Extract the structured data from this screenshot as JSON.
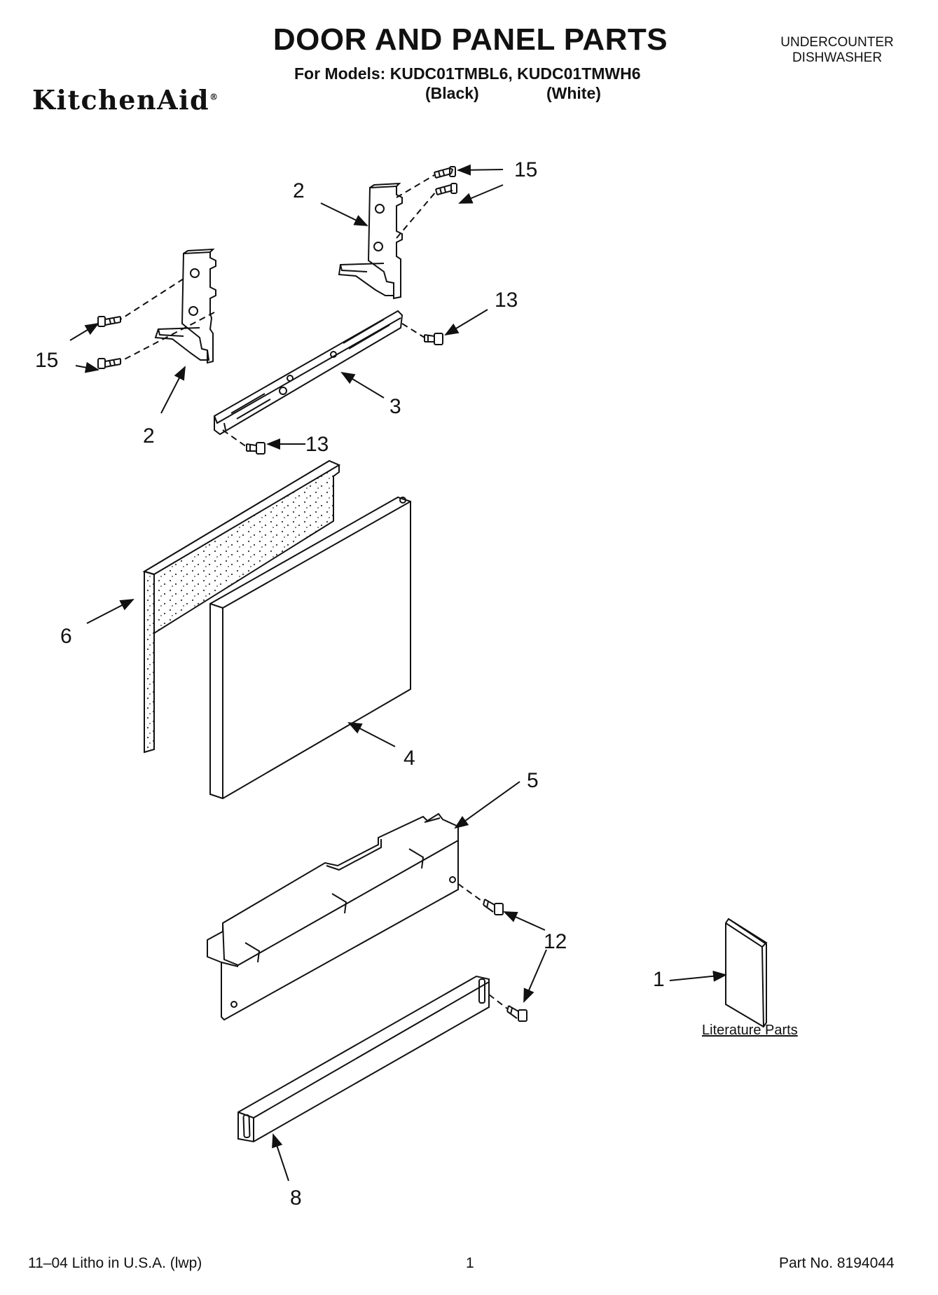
{
  "header": {
    "title": "DOOR AND PANEL PARTS",
    "models_line": "For Models: KUDC01TMBL6, KUDC01TMWH6",
    "color_black": "(Black)",
    "color_white": "(White)",
    "brand": "KitchenAid",
    "product_type_line1": "UNDERCOUNTER",
    "product_type_line2": "DISHWASHER"
  },
  "callouts": {
    "c2_top": "2",
    "c15_top": "15",
    "c13_right": "13",
    "c15_left": "15",
    "c2_left": "2",
    "c3": "3",
    "c13_left": "13",
    "c6": "6",
    "c4": "4",
    "c5": "5",
    "c12": "12",
    "c1": "1",
    "c8": "8"
  },
  "literature_label": "Literature Parts",
  "footer": {
    "litho": "11–04 Litho in U.S.A. (lwp)",
    "page": "1",
    "part_no": "Part No. 8194044"
  }
}
